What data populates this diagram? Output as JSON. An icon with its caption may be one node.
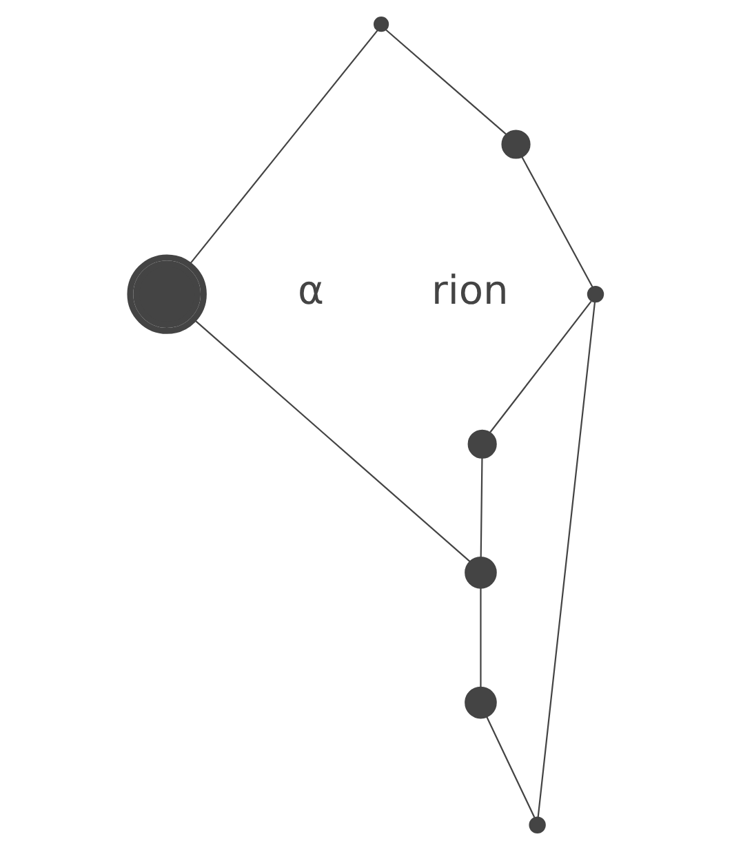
{
  "diagram": {
    "nodes": [
      {
        "text": [],
        "shape": "circle"
      },
      {
        "text": [],
        "shape": "circle",
        "beside": [
          "α",
          "rion"
        ]
      },
      {
        "text": [],
        "shape": "circle"
      },
      {
        "text": [],
        "shape": "circle"
      },
      {
        "text": [],
        "shape": "circle"
      },
      {
        "text": [],
        "shape": "circle"
      },
      {
        "text": [],
        "shape": "circle"
      },
      {
        "text": [],
        "shape": "circle"
      }
    ],
    "edges": [
      {
        "from": 0,
        "to": 1,
        "arrow": "none"
      },
      {
        "from": 0,
        "to": 2,
        "arrow": "none"
      },
      {
        "from": 1,
        "to": 5,
        "arrow": "none"
      },
      {
        "from": 2,
        "to": 3,
        "arrow": "none"
      },
      {
        "from": 3,
        "to": 4,
        "arrow": "none"
      },
      {
        "from": 4,
        "to": 5,
        "arrow": "none"
      },
      {
        "from": 3,
        "to": 6,
        "arrow": "none"
      },
      {
        "from": 5,
        "to": 7,
        "arrow": "none"
      },
      {
        "from": 7,
        "to": 6,
        "arrow": "none"
      }
    ]
  }
}
